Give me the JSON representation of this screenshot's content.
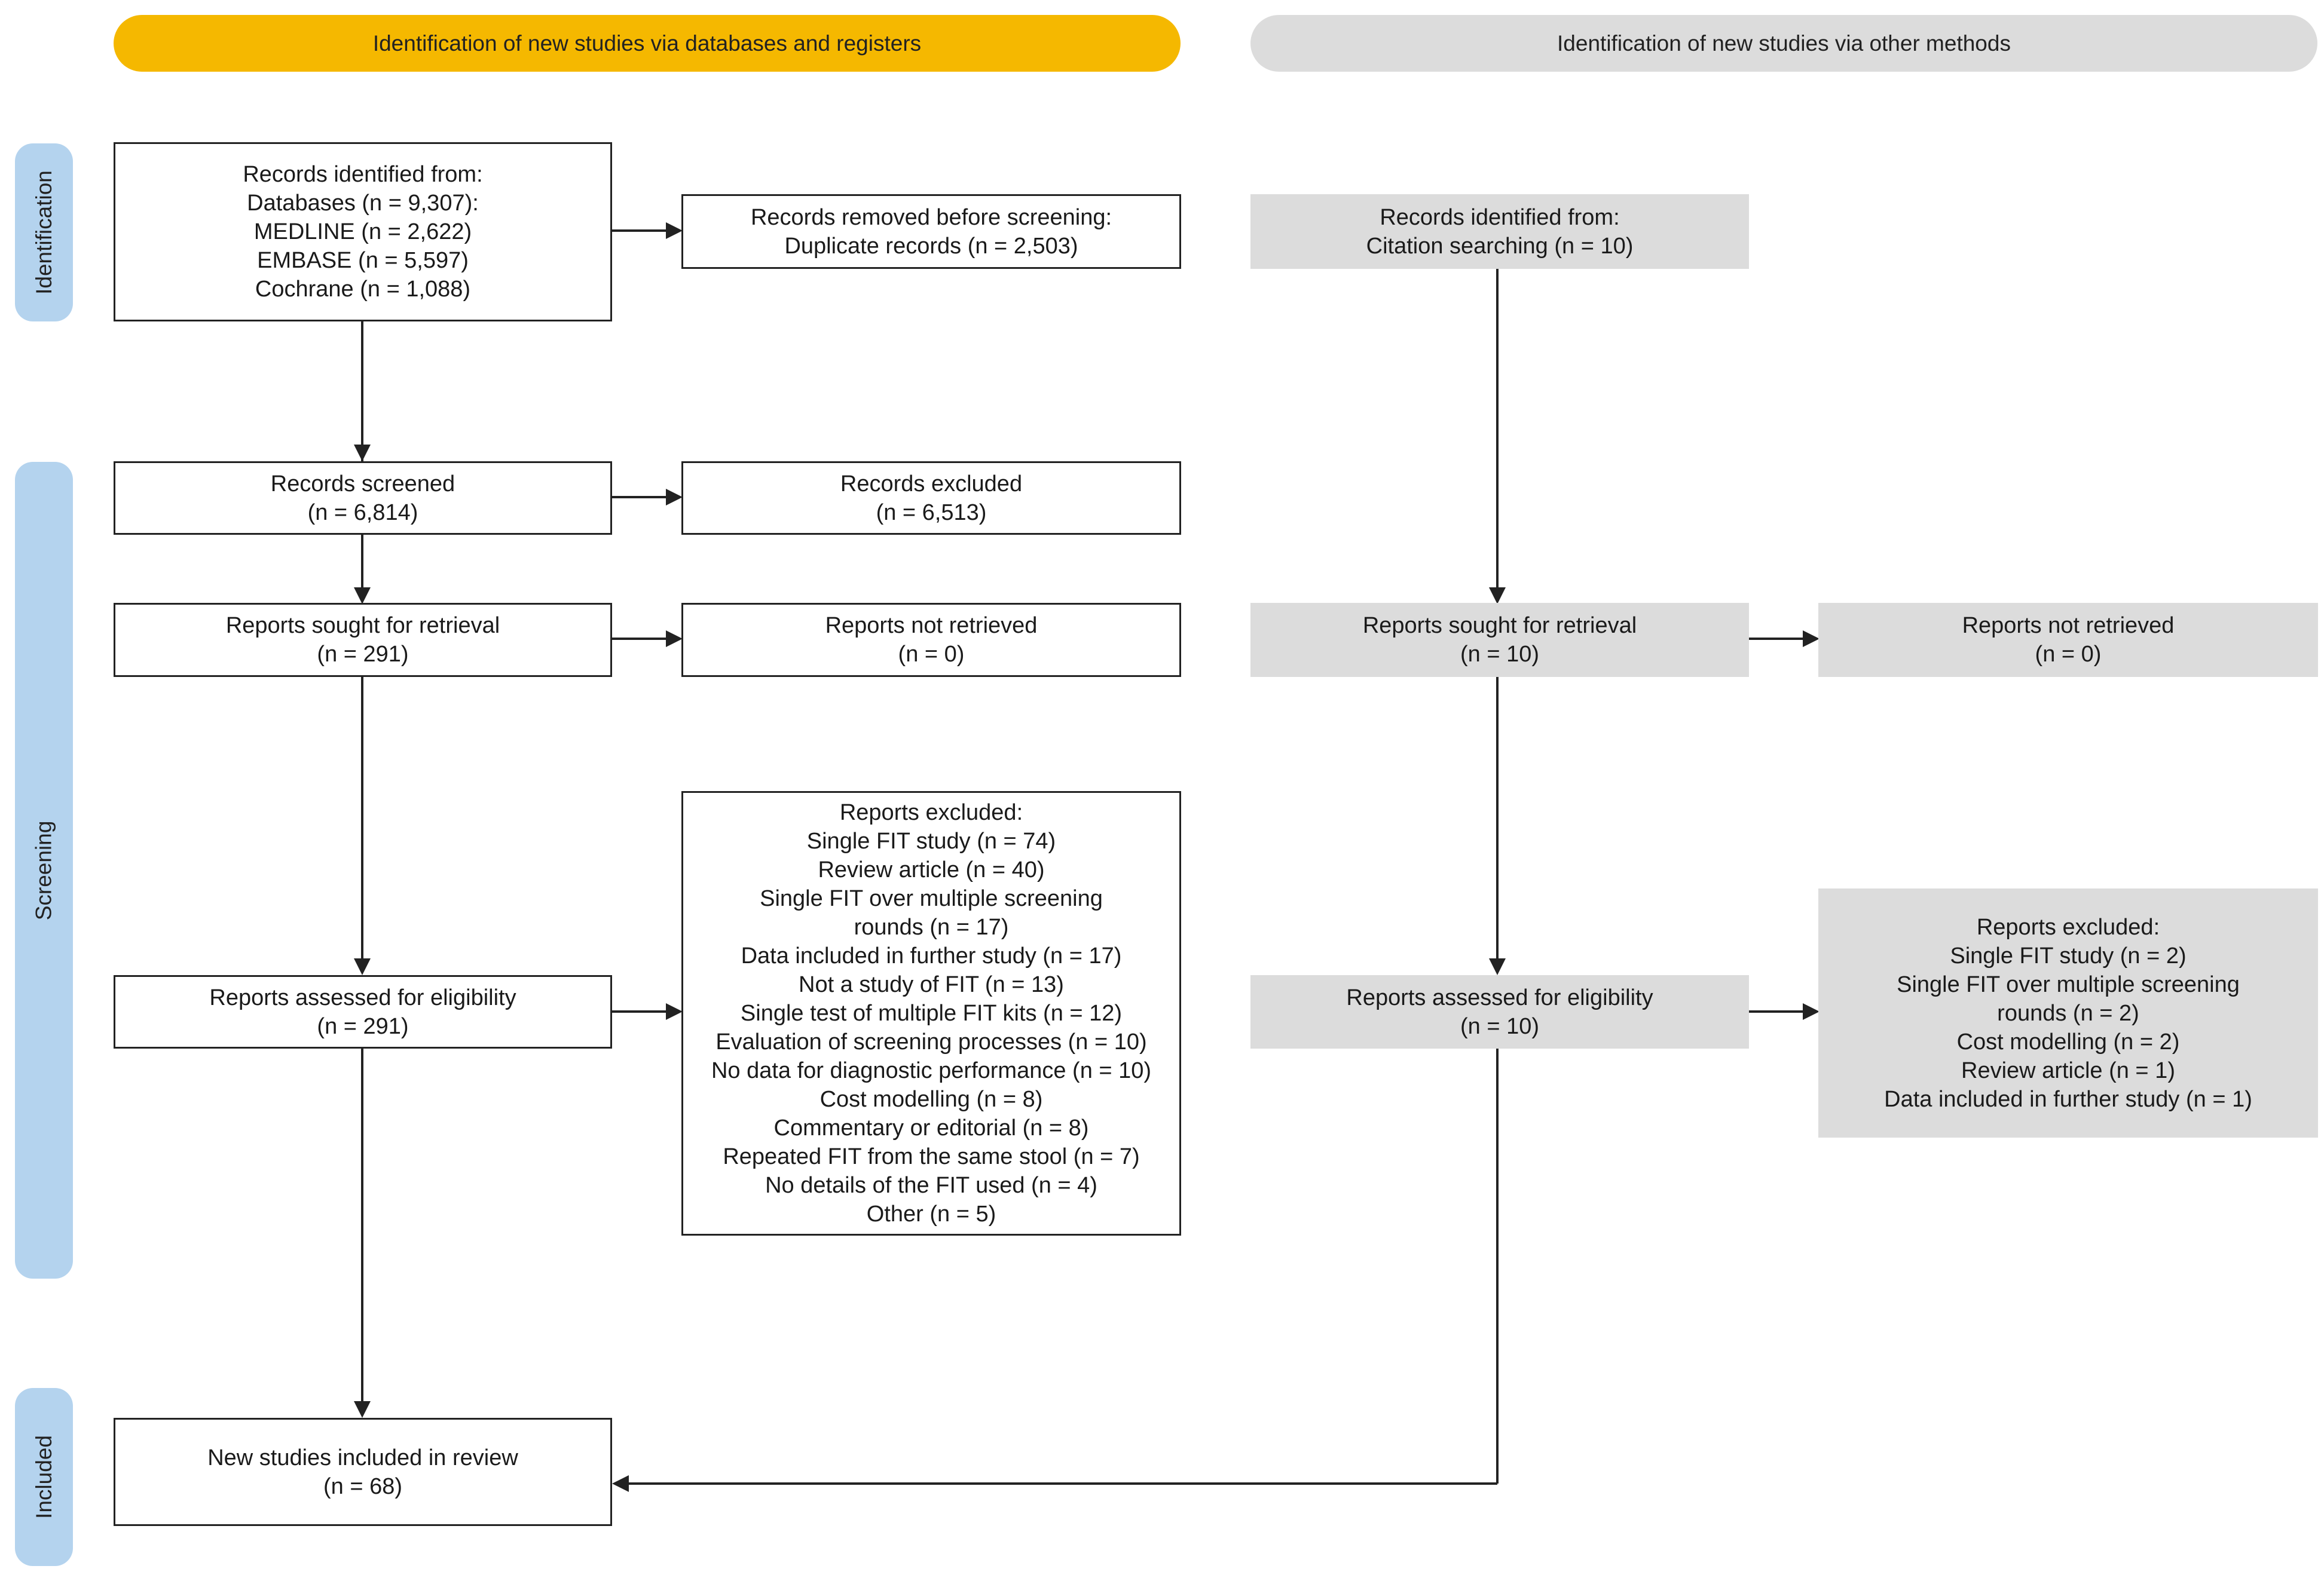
{
  "headers": {
    "left": "Identification of new studies via databases and registers",
    "right": "Identification of new studies via other methods"
  },
  "phases": {
    "identification": "Identification",
    "screening": "Screening",
    "included": "Included"
  },
  "database_column": {
    "records_identified": [
      "Records identified from:",
      "Databases (n = 9,307):",
      "MEDLINE (n = 2,622)",
      "EMBASE (n = 5,597)",
      "Cochrane (n = 1,088)"
    ],
    "records_removed": [
      "Records removed before screening:",
      "Duplicate records (n = 2,503)"
    ],
    "records_screened": [
      "Records screened",
      "(n = 6,814)"
    ],
    "records_excluded": [
      "Records excluded",
      "(n = 6,513)"
    ],
    "reports_sought": [
      "Reports sought for retrieval",
      "(n = 291)"
    ],
    "reports_not_retrieved": [
      "Reports not retrieved",
      "(n = 0)"
    ],
    "reports_assessed": [
      "Reports assessed for eligibility",
      "(n = 291)"
    ],
    "reports_excluded": [
      "Reports excluded:",
      "Single FIT study (n = 74)",
      "Review article (n = 40)",
      "Single FIT over multiple screening",
      "rounds (n = 17)",
      "Data included in further study (n = 17)",
      "Not a study of FIT (n = 13)",
      "Single test of multiple FIT kits (n = 12)",
      "Evaluation of screening processes (n = 10)",
      "No data for diagnostic performance (n = 10)",
      "Cost modelling (n = 8)",
      "Commentary or editorial (n = 8)",
      "Repeated FIT from the same stool (n = 7)",
      "No details of the FIT used (n = 4)",
      "Other (n = 5)"
    ],
    "studies_included": [
      "New studies included in review",
      "(n = 68)"
    ]
  },
  "other_column": {
    "records_identified": [
      "Records identified from:",
      "Citation searching (n = 10)"
    ],
    "reports_sought": [
      "Reports sought for retrieval",
      "(n = 10)"
    ],
    "reports_not_retrieved": [
      "Reports not retrieved",
      "(n = 0)"
    ],
    "reports_assessed": [
      "Reports assessed for eligibility",
      "(n = 10)"
    ],
    "reports_excluded": [
      "Reports excluded:",
      "Single FIT study (n = 2)",
      "Single FIT over multiple screening",
      "rounds (n = 2)",
      "Cost modelling (n = 2)",
      "Review article (n = 1)",
      "Data included in further study (n = 1)"
    ]
  },
  "colors": {
    "left_header": "#f5b800",
    "right_header": "#dcdcdc",
    "phase_label": "#b4d3ee",
    "grey_box": "#dcdcdc",
    "line": "#222222"
  }
}
